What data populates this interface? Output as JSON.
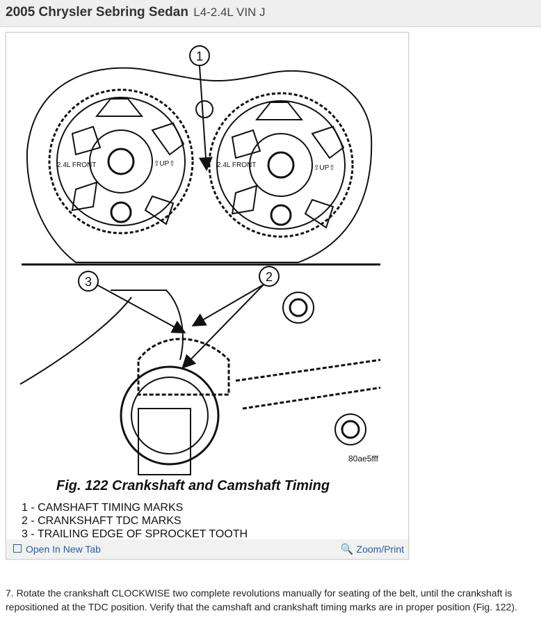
{
  "header": {
    "title": "2005 Chrysler Sebring Sedan",
    "engine": "L4-2.4L VIN J"
  },
  "figure": {
    "callouts": [
      "1",
      "2",
      "3"
    ],
    "sprocket_label_left": "2.4L FRONT",
    "sprocket_label_right": "⇧UP⇧",
    "figure_id": "80ae5fff",
    "caption": "Fig. 122 Crankshaft and Camshaft Timing",
    "legend": [
      "1 - CAMSHAFT TIMING MARKS",
      "2 - CRANKSHAFT TDC MARKS",
      "3 - TRAILING EDGE OF SPROCKET TOOTH"
    ]
  },
  "footer": {
    "open_tab_label": "Open In New Tab",
    "zoom_label": "Zoom/Print"
  },
  "step": {
    "text": "7. Rotate the crankshaft CLOCKWISE two complete revolutions manually for seating of the belt, until the crankshaft is repositioned at the TDC position. Verify that the camshaft and crankshaft timing marks are in proper position (Fig. 122)."
  }
}
